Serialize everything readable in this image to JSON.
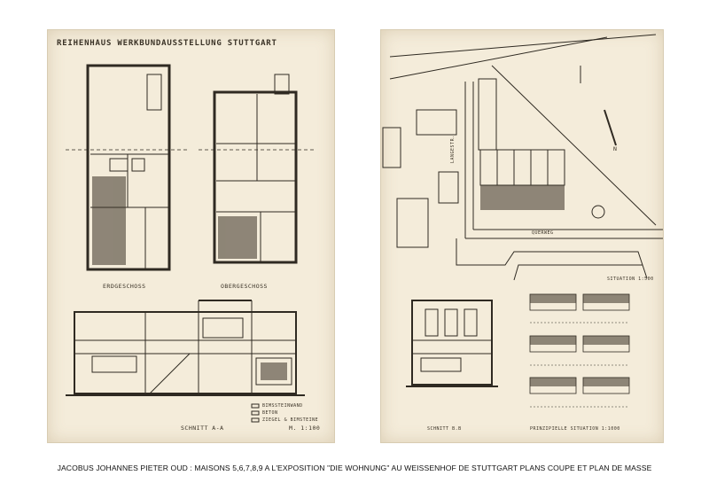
{
  "left_sheet": {
    "title": "REIHENHAUS WERKBUNDAUSSTELLUNG STUTTGART",
    "label_ground_floor": "ERDGESCHOSS",
    "label_upper_floor": "OBERGESCHOSS",
    "label_section": "SCHNITT A-A",
    "label_scale": "M. 1:100",
    "legend": [
      "BIMSSTEINWAND",
      "BETON",
      "ZIEGEL & BIMSTEINE"
    ]
  },
  "right_sheet": {
    "label_langestr": "LANGESTR.",
    "label_querweg": "QUERWEG",
    "north_label": "N",
    "label_situation": "SITUATION 1:500",
    "label_section_b": "SCHNITT B.B",
    "label_principal": "PRINZIPIELLE SITUATION 1:1000"
  },
  "caption": "JACOBUS JOHANNES PIETER OUD :  MAISONS 5,6,7,8,9  A  L'EXPOSITION  \"DIE WOHNUNG\"  AU  WEISSENHOF  DE  STUTTGART  PLANS  COUPE  ET  PLAN DE MASSE"
}
